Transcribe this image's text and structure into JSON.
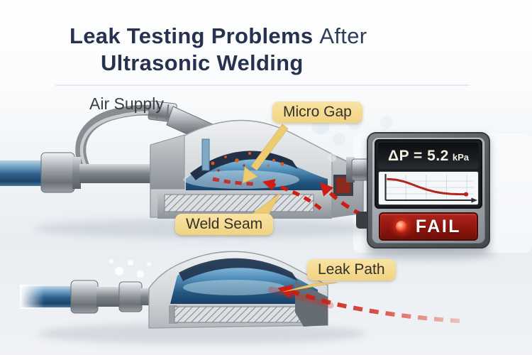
{
  "title": {
    "line1_bold": "Leak Testing Problems",
    "line1_light": "After",
    "line2": "Ultrasonic Welding"
  },
  "labels": {
    "air_supply": "Air Supply",
    "micro_gap": "Micro Gap",
    "weld_seam": "Weld Seam",
    "leak_path": "Leak Path"
  },
  "gauge": {
    "reading": "ΔP = 5.2",
    "unit": "kPa",
    "status": "FAIL"
  },
  "chart_data": {
    "type": "line",
    "title": "Pressure decay curve on leak-tester display",
    "xlabel": "",
    "ylabel": "",
    "x": [
      0,
      1,
      2,
      3,
      4,
      5,
      6,
      7,
      8,
      9,
      10
    ],
    "values": [
      5.2,
      5.05,
      4.6,
      3.9,
      3.1,
      2.4,
      1.85,
      1.5,
      1.3,
      1.22,
      1.2
    ],
    "xlim": [
      0,
      11
    ],
    "ylim": [
      0,
      6
    ],
    "grid": true,
    "legend": "none",
    "line_color": "#b2261c",
    "endpoint_marker": true
  },
  "colors": {
    "title_navy": "#263250",
    "callout_yellow": "#f3d78c",
    "leak_red": "#cf1d15",
    "fail_red": "#8d150d",
    "pipe_blue": "#2d5f8c",
    "chamber_blue": "#23567f",
    "housing_gray": "#d3d7da"
  }
}
